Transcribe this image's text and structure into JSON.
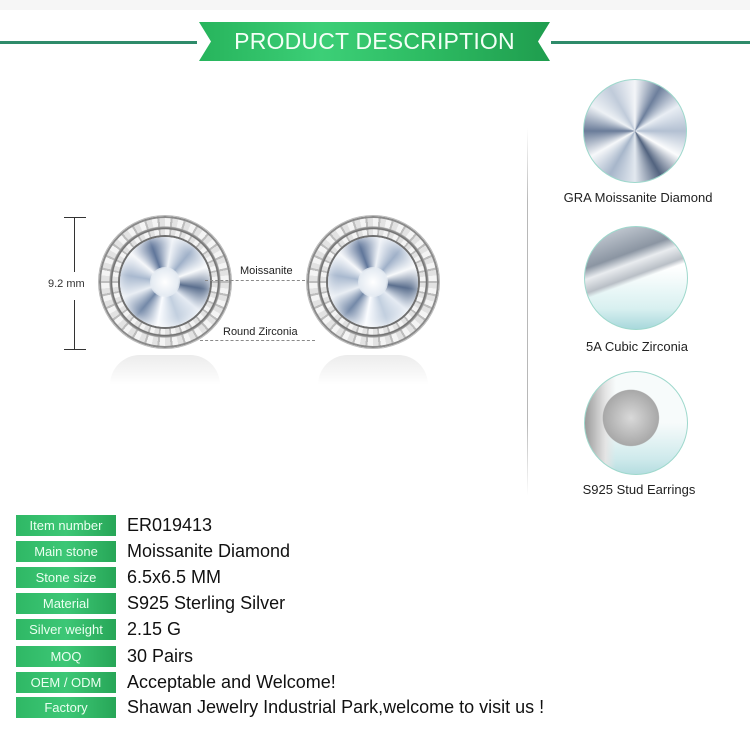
{
  "header": {
    "title": "PRODUCT DESCRIPTION",
    "accent_color": "#2dbb62",
    "line_color": "#2e8b6a"
  },
  "product_image": {
    "dimension_label": "9.2 mm",
    "callouts": [
      {
        "label": "Moissanite"
      },
      {
        "label": "Round Zirconia"
      }
    ]
  },
  "features": [
    {
      "label": "GRA Moissanite Diamond",
      "icon": "moissanite-gem-closeup"
    },
    {
      "label": "5A Cubic Zirconia",
      "icon": "zirconia-halo-closeup"
    },
    {
      "label": "S925 Stud Earrings",
      "icon": "earring-post-closeup"
    }
  ],
  "specs": [
    {
      "label": "Item number",
      "value": "ER019413"
    },
    {
      "label": "Main stone",
      "value": "Moissanite Diamond"
    },
    {
      "label": "Stone size",
      "value": "6.5x6.5 MM"
    },
    {
      "label": "Material",
      "value": "S925 Sterling Silver"
    },
    {
      "label": "Silver weight",
      "value": "2.15 G"
    },
    {
      "label": "MOQ",
      "value": "30 Pairs"
    },
    {
      "label": "OEM / ODM",
      "value": "Acceptable and Welcome!"
    },
    {
      "label": "Factory",
      "value": "Shawan Jewelry Industrial Park,welcome to visit us !"
    }
  ]
}
